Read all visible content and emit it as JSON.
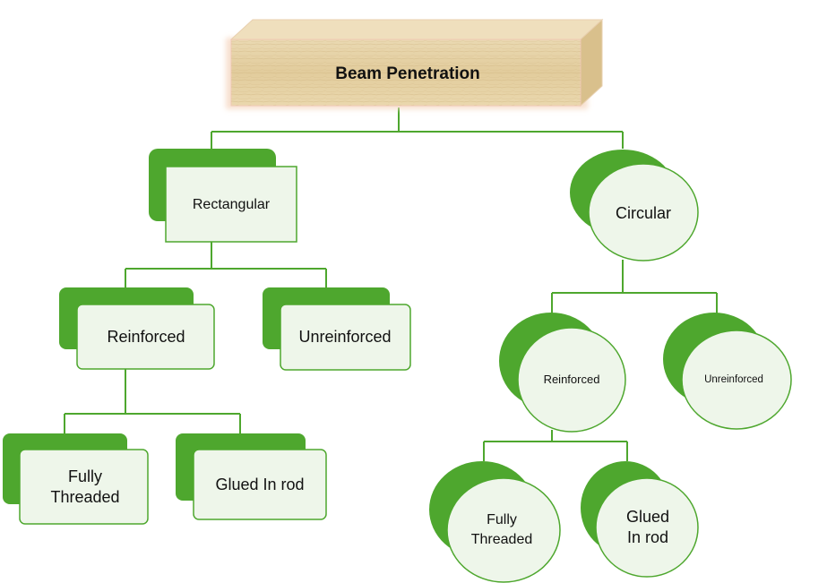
{
  "root": {
    "label": "Beam Penetration"
  },
  "rectangular": {
    "label": "Rectangular",
    "reinforced": {
      "label": "Reinforced",
      "fully_threaded": {
        "line1": "Fully",
        "line2": "Threaded"
      },
      "glued_in_rod": {
        "label": "Glued In rod"
      }
    },
    "unreinforced": {
      "label": "Unreinforced"
    }
  },
  "circular": {
    "label": "Circular",
    "reinforced": {
      "label": "Reinforced",
      "fully_threaded": {
        "line1": "Fully",
        "line2": "Threaded"
      },
      "glued_in_rod": {
        "line1": "Glued",
        "line2": "In rod"
      }
    },
    "unreinforced": {
      "label": "Unreinforced"
    }
  },
  "colors": {
    "accent_green": "#4ea72e",
    "connector": "#4ea72e",
    "node_fill": "#eef6ea",
    "wood": "#e8d6ae"
  }
}
